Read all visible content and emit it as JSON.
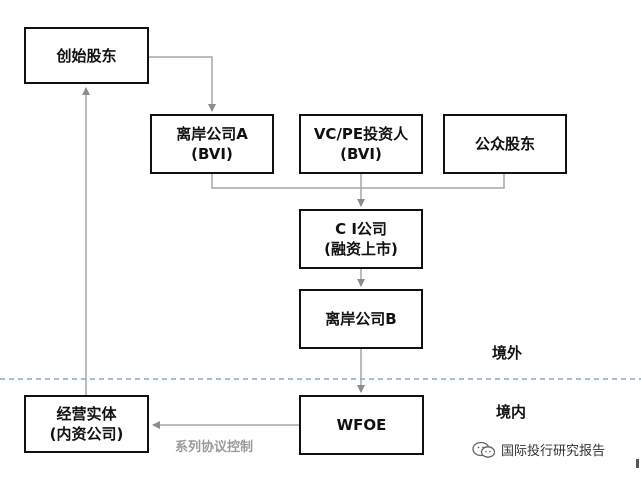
{
  "boxes": {
    "founder": "创始股东",
    "offshore_a": [
      "离岸公司A",
      "(BVI)"
    ],
    "vc_pe": [
      "VC/PE投资人",
      "(BVI)"
    ],
    "public": "公众股东",
    "ci": [
      "C I公司",
      "(融资上市)"
    ],
    "offshore_b": "离岸公司B",
    "wfoe": "WFOE",
    "operating": [
      "经营实体",
      "(内资公司)"
    ]
  },
  "labels": {
    "offshore_zone": "境外",
    "onshore_zone": "境内",
    "contract": "系列协议控制"
  },
  "watermark": "国际投行研究报告",
  "colors": {
    "connector": "#a6a6a6",
    "border_line": "#8aa8c8",
    "box_border": "#111111"
  }
}
